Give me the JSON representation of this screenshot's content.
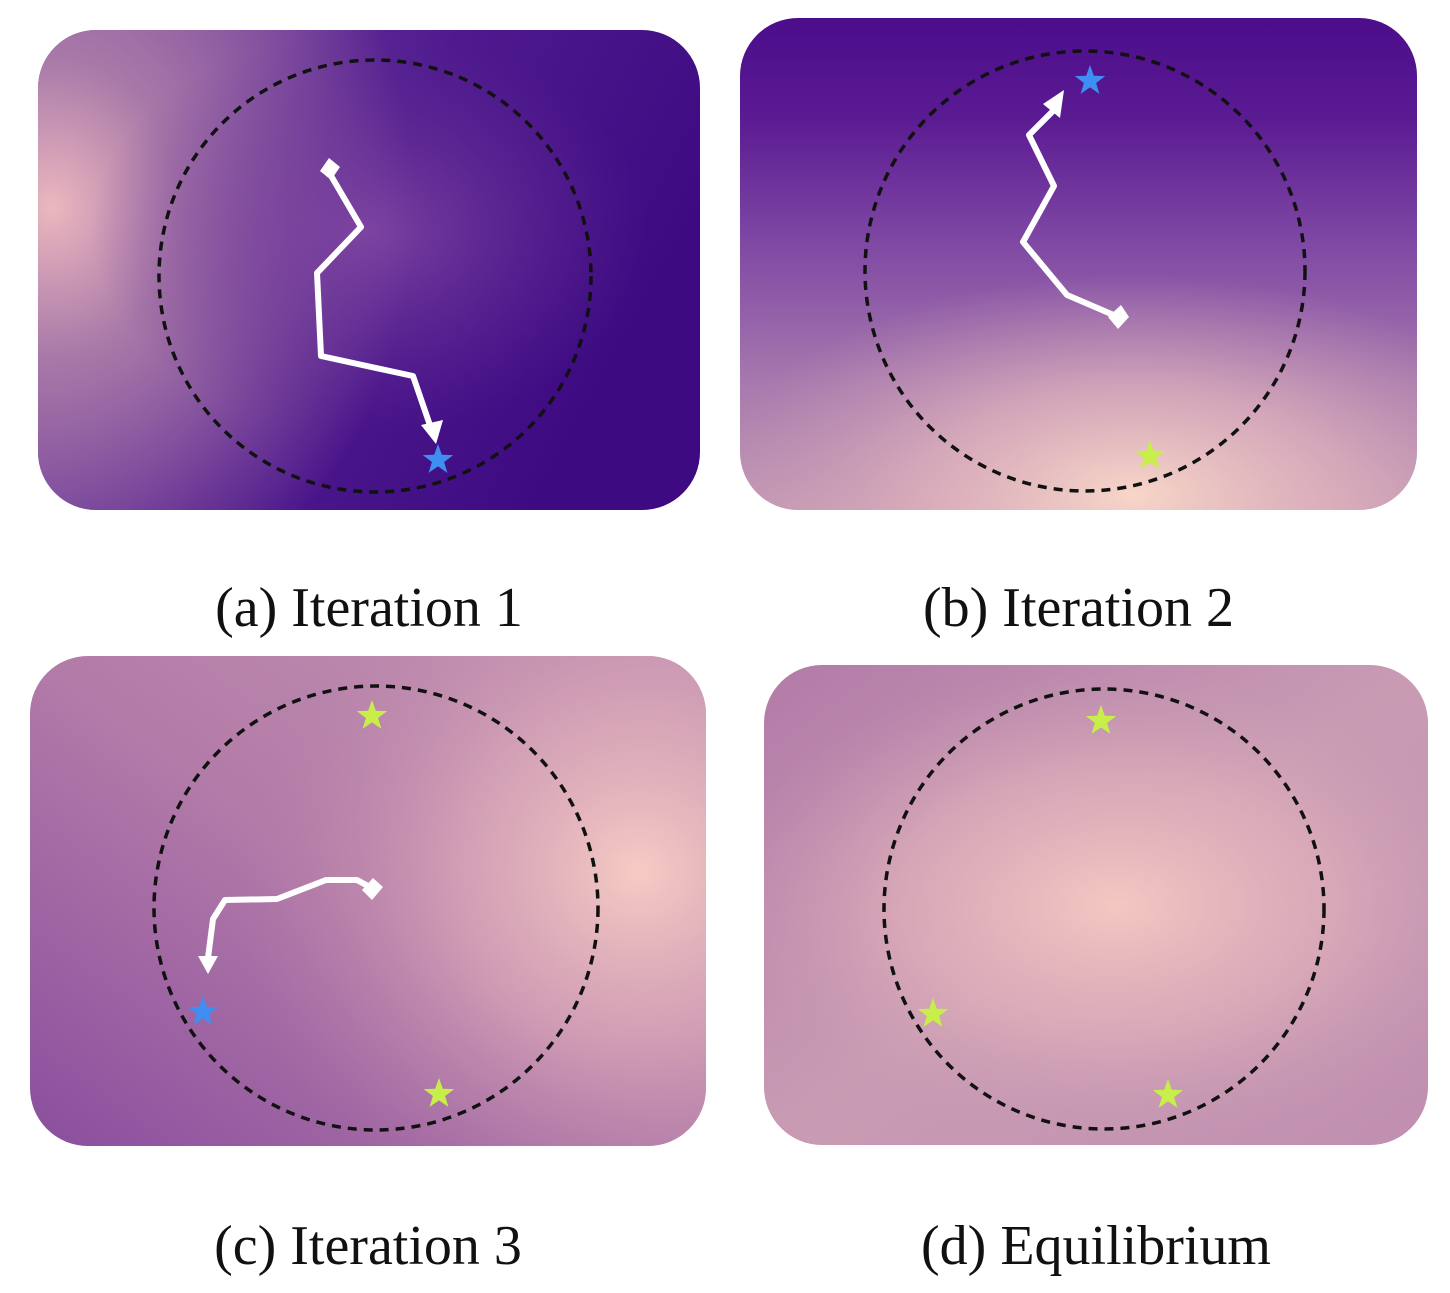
{
  "colors": {
    "deep_purple": "#3e0a82",
    "mid_purple": "#7a3fa0",
    "light_pink": "#f2c6c0",
    "trajectory": "#ffffff",
    "current_star": "#3f8ef2",
    "found_star": "#c8ee4a",
    "boundary": "#111111"
  },
  "icons": {
    "start_marker": "white-diamond",
    "current_point": "blue-star",
    "previous_point": "green-star"
  },
  "panels": [
    {
      "caption": "(a) Iteration 1"
    },
    {
      "caption": "(b) Iteration 2"
    },
    {
      "caption": "(c) Iteration 3"
    },
    {
      "caption": "(d) Equilibrium"
    }
  ]
}
